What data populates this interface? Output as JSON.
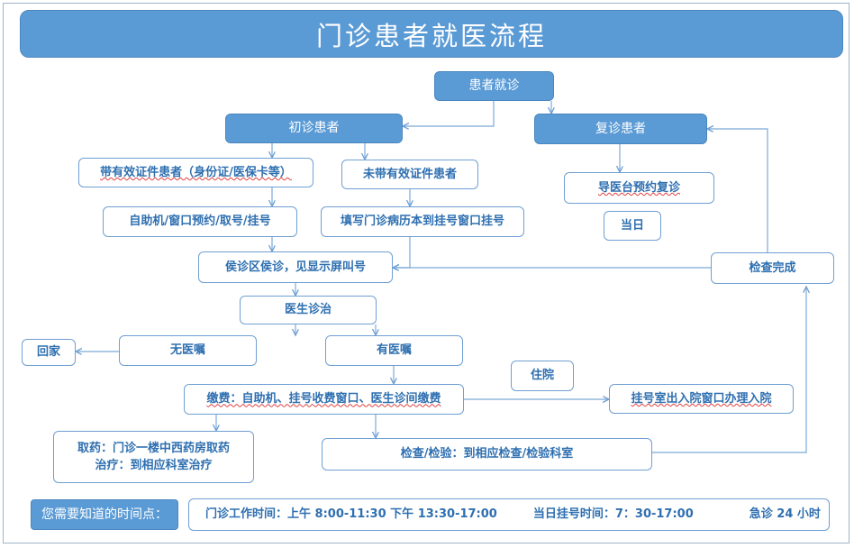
{
  "title": "门诊患者就医流程",
  "nodes": {
    "start": "患者就诊",
    "first_visit": "初诊患者",
    "return_visit": "复诊患者",
    "with_id": "带有效证件患者（身份证/医保卡等）",
    "without_id": "未带有效证件患者",
    "self_service": "自助机/窗口预约/取号/挂号",
    "fill_record": "填写门诊病历本到挂号窗口挂号",
    "guide_desk": "导医台预约复诊",
    "same_day": "当日",
    "waiting": "侯诊区侯诊，见显示屏叫号",
    "exam_done": "检查完成",
    "doctor": "医生诊治",
    "no_order": "无医嘱",
    "has_order": "有医嘱",
    "go_home": "回家",
    "hospitalize": "住院",
    "payment": "缴费：自助机、挂号收费窗口、医生诊间缴费",
    "admission": "挂号室出入院窗口办理入院",
    "medicine_line1": "取药：门诊一楼中西药房取药",
    "medicine_line2": "治疗：到相应科室治疗",
    "examination": "检查/检验：到相应检查/检验科室"
  },
  "footer": {
    "label": "您需要知道的时间点：",
    "hours": "门诊工作时间：上午 8:00-11:30  下午 13:30-17:00",
    "registration": "当日挂号时间：7：30-17:00",
    "emergency": "急诊 24 小时"
  },
  "colors": {
    "primary": "#5b9bd5",
    "border": "#6f9fd3",
    "text": "#2e6fb0",
    "arrow": "#7aa9d8"
  }
}
